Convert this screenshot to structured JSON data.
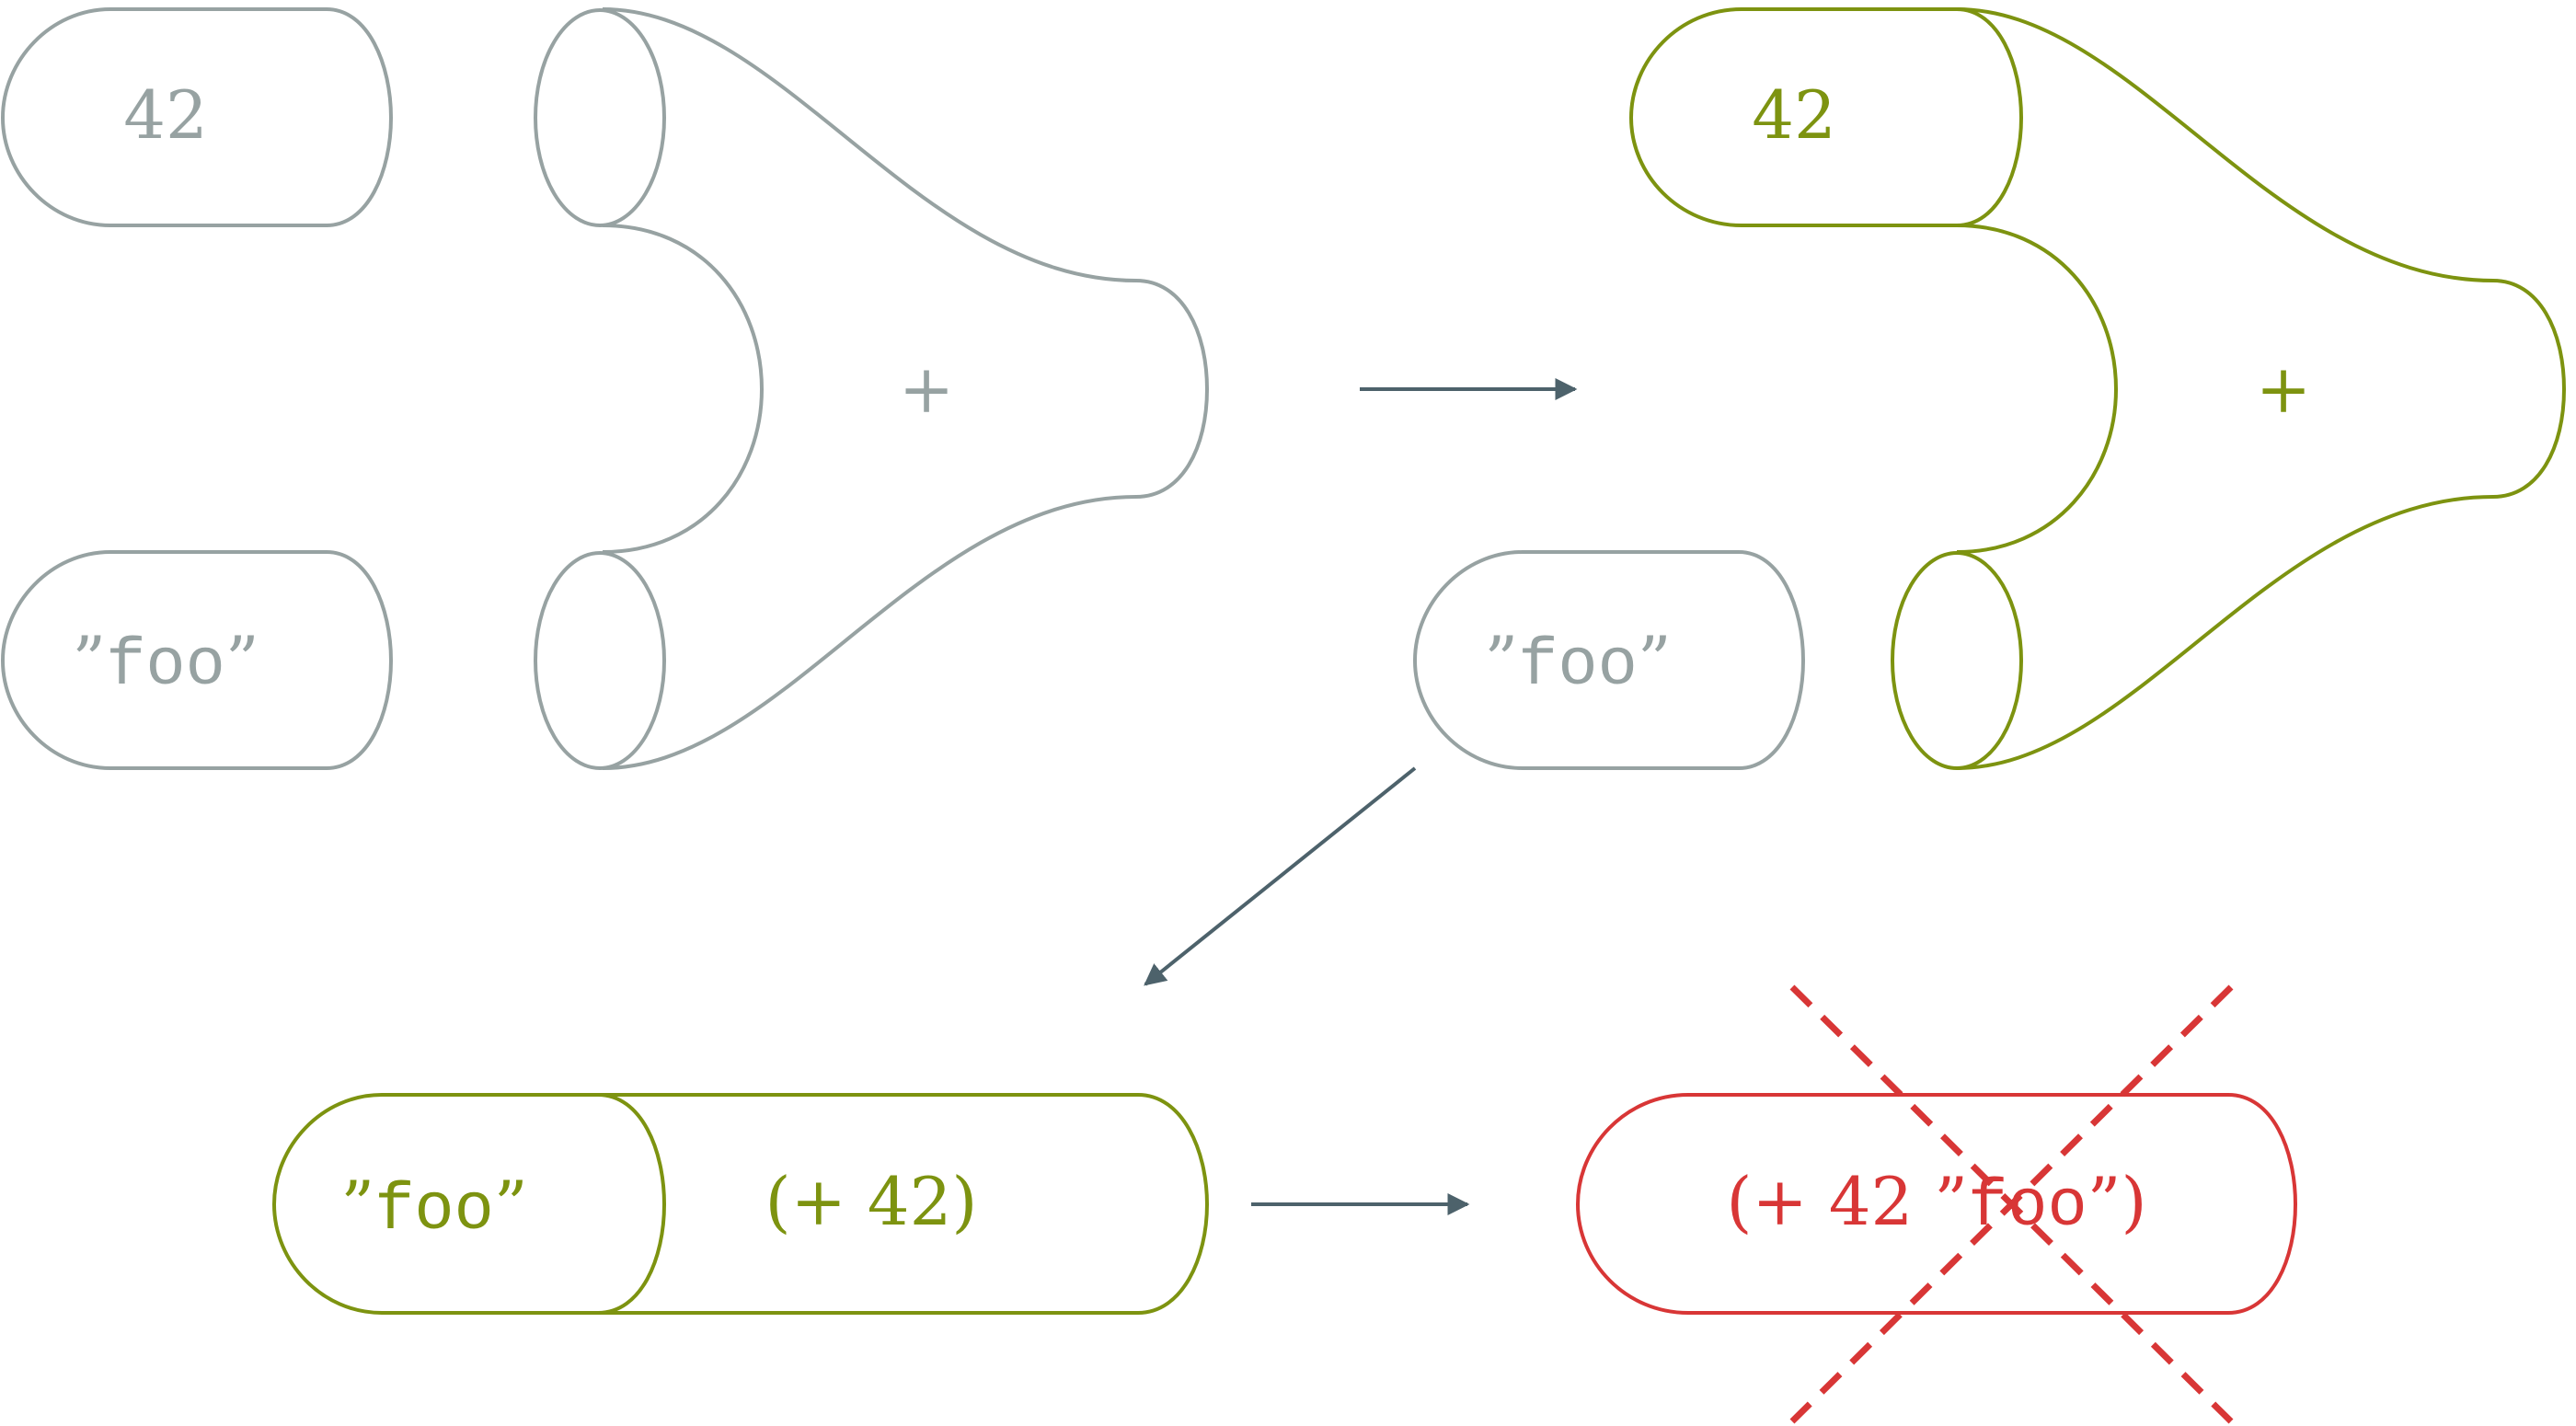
{
  "colors": {
    "gray": "#97a2a2",
    "green": "#7d9310",
    "red": "#d83636",
    "arrow": "#4d626b"
  },
  "inputs": {
    "number_label": "42",
    "string_quote_open": "”",
    "string_text": "foo",
    "string_quote_close": "”"
  },
  "operator": {
    "symbol": "+"
  },
  "applied": {
    "number_label": "42",
    "remaining_string_text": "foo",
    "plus_symbol": "+"
  },
  "partial": {
    "string_text": "foo",
    "function_label": "(+ 42)"
  },
  "result": {
    "expression_prefix": "(+ 42 ",
    "string_text": "foo",
    "expression_suffix": ")",
    "status": "invalid"
  }
}
